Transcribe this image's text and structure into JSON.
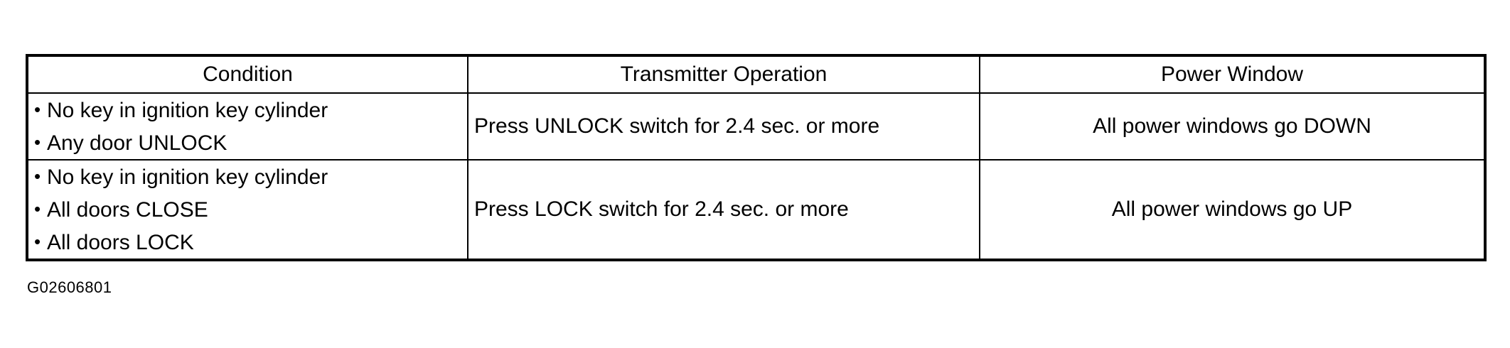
{
  "table": {
    "headers": [
      "Condition",
      "Transmitter Operation",
      "Power Window"
    ],
    "rows": [
      {
        "conditions": [
          "No key in ignition key cylinder",
          "Any door UNLOCK"
        ],
        "operation": "Press UNLOCK switch for 2.4 sec. or more",
        "power_window": "All power windows go DOWN"
      },
      {
        "conditions": [
          "No key in ignition key cylinder",
          "All doors CLOSE",
          "All doors LOCK"
        ],
        "operation": "Press LOCK switch for 2.4 sec. or more",
        "power_window": "All power windows go UP"
      }
    ]
  },
  "figure_id": "G02606801"
}
